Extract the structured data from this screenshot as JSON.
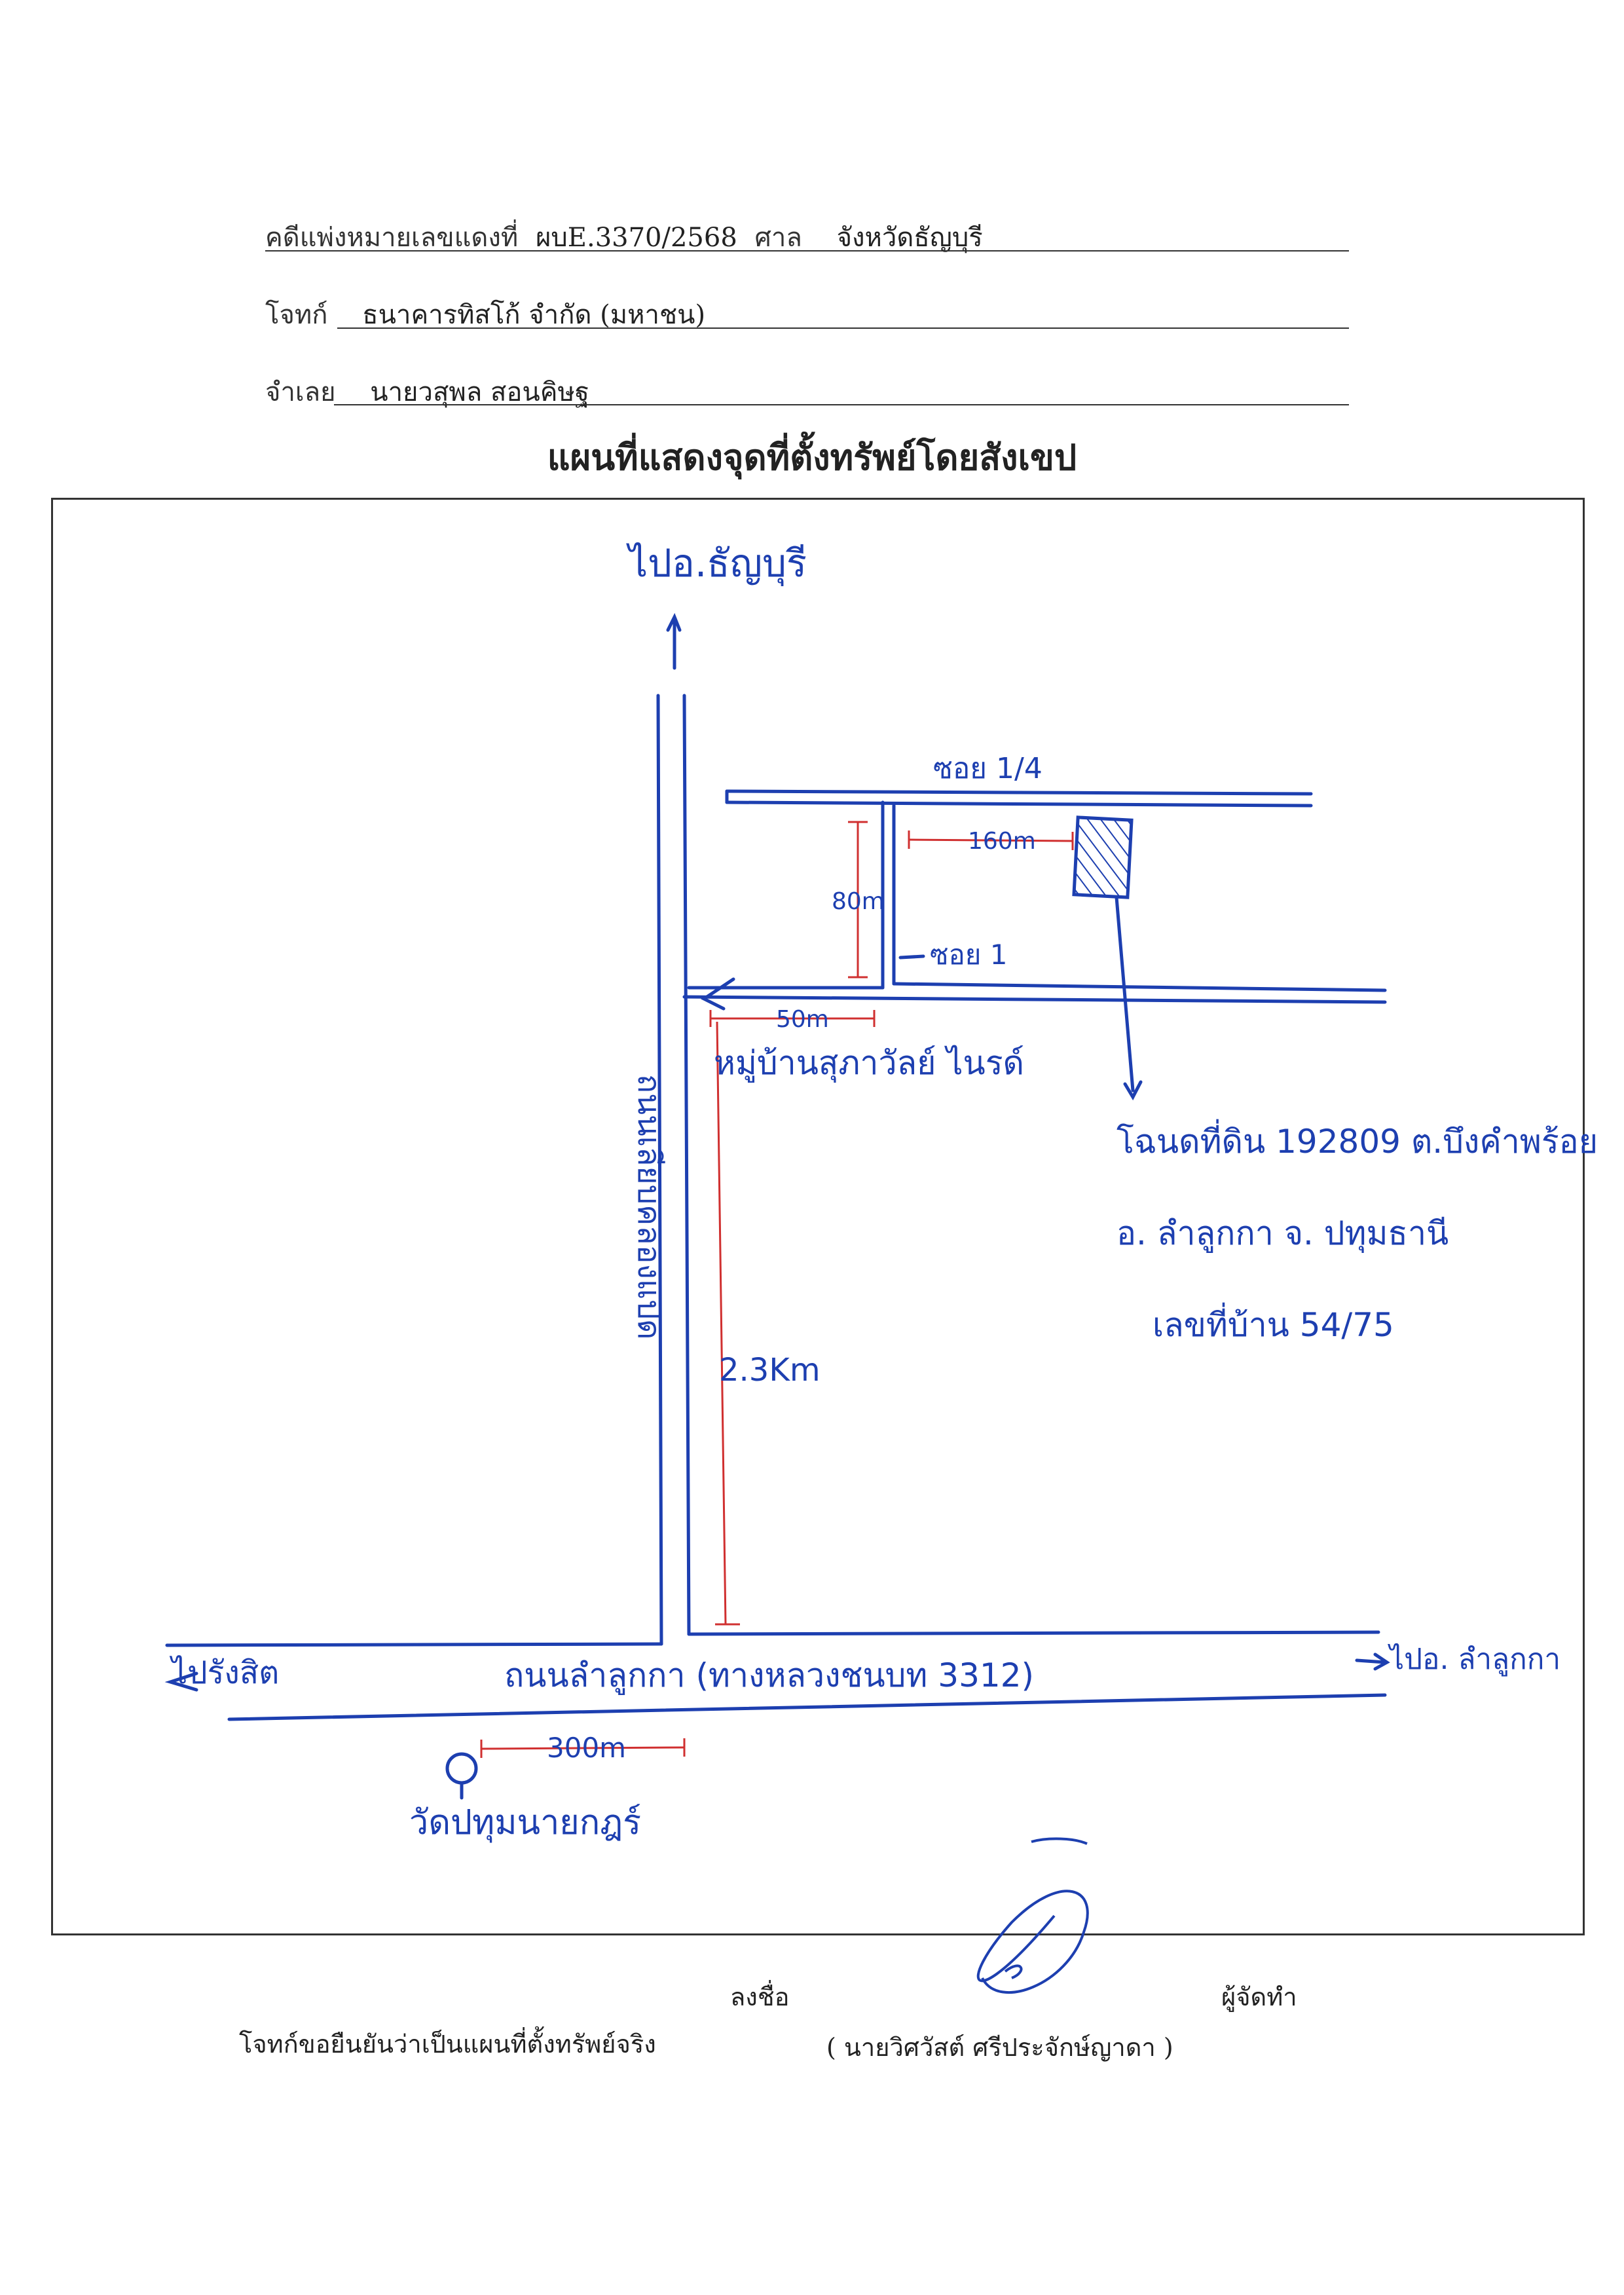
{
  "header": {
    "case_label": "คดีแพ่งหมายเลขแดงที่",
    "case_number": "ผบE.3370/2568",
    "court_label": "ศาล",
    "court": "จังหวัดธัญบุรี",
    "plaintiff_label": "โจทก์",
    "plaintiff": "ธนาคารทิสโก้ จำกัด (มหาชน)",
    "defendant_label": "จำเลย",
    "defendant": "นายวสุพล สอนคิษฐ"
  },
  "title": "แผนที่แสดงจุดที่ตั้งทรัพย์โดยสังเขป",
  "map": {
    "to_north": "ไปอ.ธัญบุรี",
    "soi_upper": "ซอย 1/4",
    "soi_lower": "ซอย 1",
    "dist_160": "160m",
    "dist_80": "80m",
    "dist_50": "50m",
    "village": "หมู่บ้านสุภาวัลย์ ไนรด์",
    "vertical_road": "ถนนเลียบคลองแปด",
    "dist_23": "2.3Km",
    "deed_line1": "โฉนดที่ดิน 192809 ต.บึงคำพร้อย",
    "deed_line2": "อ. ลำลูกกา จ. ปทุมธานี",
    "deed_line3": "เลขที่บ้าน 54/75",
    "to_west": "ไปรังสิต",
    "main_road": "ถนนลำลูกกา (ทางหลวงชนบท 3312)",
    "to_east": "ไปอ. ลำลูกกา",
    "dist_300": "300m",
    "temple": "วัดปทุมนายกฎร์"
  },
  "footer": {
    "sign_label": "ลงชื่อ",
    "maker_label": "ผู้จัดทำ",
    "certify": "โจทก์ขอยืนยันว่าเป็นแผนที่ตั้งทรัพย์จริง",
    "maker_name": "( นายวิศวัสต์ ศรีประจักษ์ญาดา )"
  },
  "colors": {
    "ink": "#1d3fb0",
    "measure": "#d03030"
  }
}
